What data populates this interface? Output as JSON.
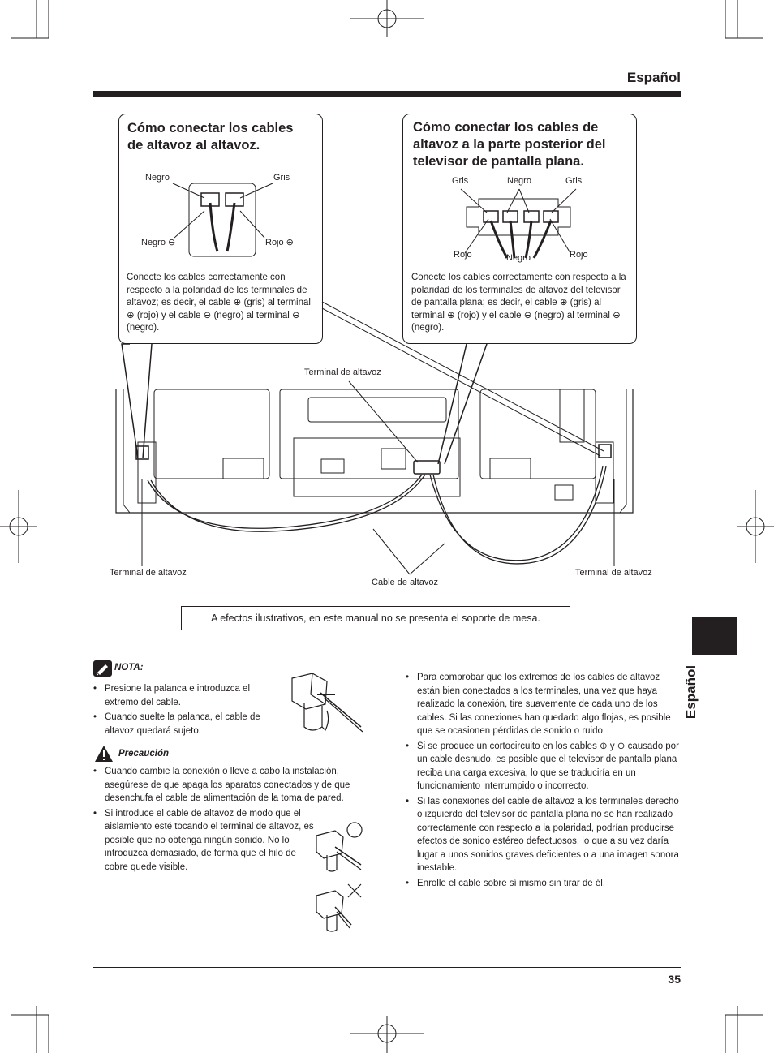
{
  "header": {
    "language": "Español"
  },
  "box_left": {
    "title": "Cómo conectar los cables de altavoz al altavoz.",
    "labels": {
      "negro_top": "Negro",
      "gris_top": "Gris",
      "negro_minus": "Negro ⊖",
      "rojo_plus": "Rojo ⊕"
    },
    "body": "Conecte los cables correctamente con respecto a la polaridad de los terminales de altavoz; es decir, el cable ⊕ (gris) al terminal ⊕ (rojo) y el cable ⊖ (negro) al terminal ⊖ (negro)."
  },
  "box_right": {
    "title": "Cómo conectar los cables de altavoz a la parte posterior del televisor de pantalla plana.",
    "labels": {
      "gris_left": "Gris",
      "negro_top": "Negro",
      "gris_right": "Gris",
      "rojo_left": "Rojo",
      "negro_bottom": "Negro",
      "rojo_right": "Rojo"
    },
    "body": "Conecte los cables correctamente con respecto a la polaridad de los terminales de altavoz del televisor de pantalla plana; es decir, el cable ⊕ (gris) al  terminal ⊕ (rojo) y el cable ⊖ (negro) al terminal ⊖ (negro)."
  },
  "diagram": {
    "terminal_top": "Terminal de altavoz",
    "terminal_left": "Terminal de altavoz",
    "terminal_right": "Terminal de altavoz",
    "cable": "Cable de altavoz"
  },
  "caption": "A efectos ilustrativos, en este manual no se presenta el soporte de mesa.",
  "nota": {
    "heading": "NOTA:",
    "items": [
      "Presione la palanca e introduzca el extremo del cable.",
      "Cuando suelte la palanca, el cable de altavoz quedará sujeto."
    ]
  },
  "precaucion": {
    "heading": "Precaución",
    "items": [
      "Cuando cambie la conexión o lleve a cabo la instalación, asegúrese de que apaga los aparatos conectados y de que desenchufa el cable de alimentación de la toma de pared.",
      "Si introduce el cable de altavoz de modo que el aislamiento esté tocando el terminal de altavoz, es posible que no obtenga ningún sonido. No lo introduzca demasiado, de forma que el hilo de cobre quede visible."
    ]
  },
  "right_column": {
    "items": [
      "Para comprobar que los extremos de los cables de altavoz están bien conectados a los terminales, una vez que haya realizado la conexión, tire suavemente de cada uno de los cables. Si las conexiones han quedado algo flojas, es posible que se ocasionen pérdidas de sonido o ruido.",
      "Si se produce un cortocircuito en los cables ⊕ y ⊖ causado por un cable desnudo, es posible que el televisor de pantalla plana reciba una carga excesiva, lo que se traduciría en un funcionamiento interrumpido o incorrecto.",
      "Si las conexiones del cable de altavoz a los terminales derecho o izquierdo del televisor de pantalla plana no se han realizado correctamente con respecto a la polaridad, podrían producirse efectos de sonido estéreo defectuosos, lo que a su vez daría lugar a unos sonidos graves deficientes o a una imagen sonora inestable.",
      "Enrolle el cable sobre sí mismo sin tirar de él."
    ]
  },
  "side_tab": {
    "label": "Español"
  },
  "footer": {
    "page_number": "35"
  }
}
